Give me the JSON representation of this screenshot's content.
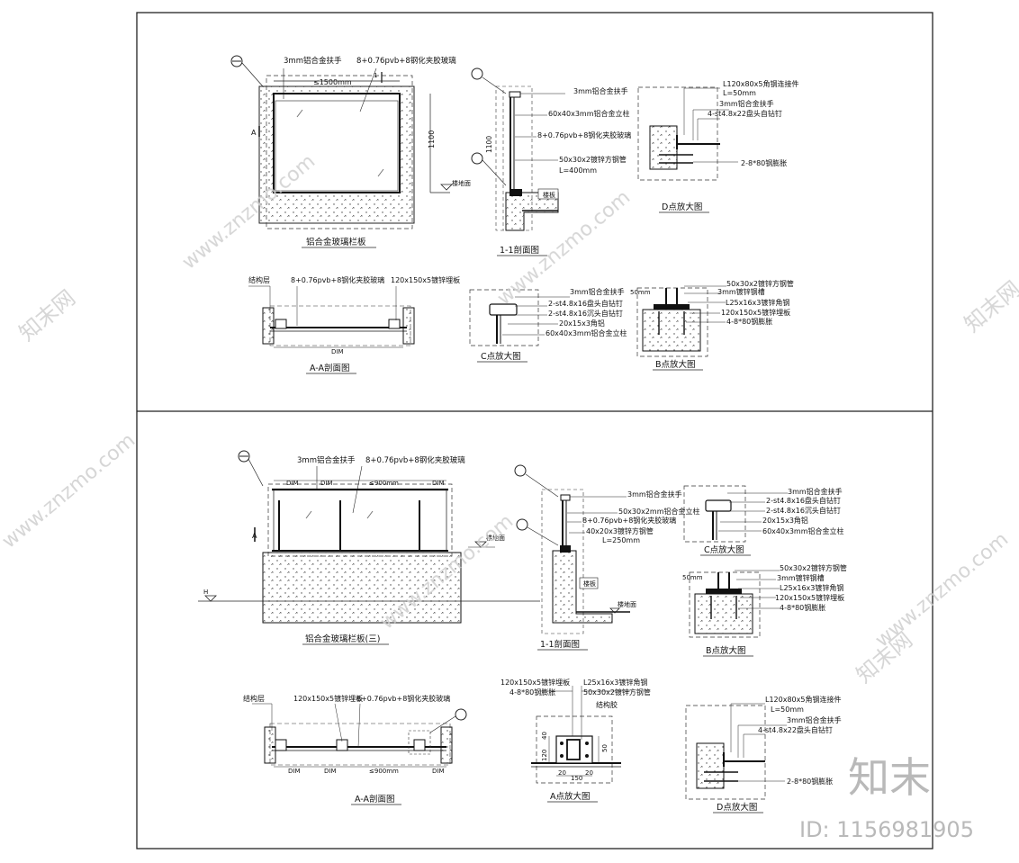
{
  "panel1": {
    "front": {
      "title": "铝合金玻璃栏板",
      "label_handrail": "3mm铝合金扶手",
      "label_glass": "8+0.76pvb+8钢化夹胶玻璃",
      "dim_width": "≤1500mm",
      "dim_height": "1100",
      "sec_mark": "A",
      "level_mark": "楼地面",
      "ref_a": "1",
      "ref_b": "1"
    },
    "section11": {
      "title": "1-1剖面图",
      "dim": "1100",
      "labels": [
        "3mm铝合金扶手",
        "60x40x3mm铝合金立柱",
        "8+0.76pvb+8钢化夹胶玻璃",
        "50x30x2镀锌方钢管",
        "L=400mm"
      ],
      "tag": "楼板"
    },
    "detailD": {
      "title": "D点放大图",
      "labels": [
        "L120x80x5角钢连接件",
        "L=50mm",
        "3mm铝合金扶手",
        "4-st4.8x22盘头自钻钉",
        "2-8*80钢膨胀"
      ]
    },
    "sectionAA": {
      "title": "A-A剖面图",
      "labels": [
        "结构层",
        "8+0.76pvb+8钢化夹胶玻璃",
        "120x150x5镀锌埋板"
      ],
      "dim": "DIM"
    },
    "detailC": {
      "title": "C点放大图",
      "labels": [
        "3mm铝合金扶手",
        "2-st4.8x16盘头自钻钉",
        "2-st4.8x16沉头自钻钉",
        "20x15x3角铝",
        "60x40x3mm铝合金立柱"
      ]
    },
    "detailB": {
      "title": "B点放大图",
      "labels": [
        "50x30x2镀锌方钢管",
        "3mm镀锌钢槽",
        "L25x16x3镀锌角钢",
        "120x150x5镀锌埋板",
        "4-8*80钢膨胀"
      ],
      "dim": "50mm"
    }
  },
  "panel2": {
    "front": {
      "title": "铝合金玻璃栏板(三)",
      "label_handrail": "3mm铝合金扶手",
      "label_glass": "8+0.76pvb+8钢化夹胶玻璃",
      "dims": [
        "DIM",
        "DIM",
        "≤900mm",
        "DIM"
      ],
      "sec_mark": "A",
      "level_mark": "H",
      "level_mark2": "楼地面"
    },
    "section11": {
      "title": "1-1剖面图",
      "labels": [
        "3mm铝合金扶手",
        "50x30x2mm铝合金立柱",
        "8+0.76pvb+8钢化夹胶玻璃",
        "40x20x3镀锌方钢管",
        "L=250mm"
      ],
      "tag": "楼板",
      "level_mark": "楼地面"
    },
    "detailC": {
      "title": "C点放大图",
      "labels": [
        "3mm铝合金扶手",
        "2-st4.8x16盘头自钻钉",
        "2-st4.8x16沉头自钻钉",
        "20x15x3角铝",
        "60x40x3mm铝合金立柱"
      ]
    },
    "detailB": {
      "title": "B点放大图",
      "labels": [
        "50x30x2镀锌方钢管",
        "3mm镀锌钢槽",
        "L25x16x3镀锌角钢",
        "120x150x5镀锌埋板",
        "4-8*80钢膨胀"
      ],
      "dim": "50mm"
    },
    "sectionAA": {
      "title": "A-A剖面图",
      "labels": [
        "结构层",
        "120x150x5镀锌埋板",
        "8+0.76pvb+8钢化夹胶玻璃"
      ],
      "dims": [
        "DIM",
        "DIM",
        "≤900mm",
        "DIM"
      ]
    },
    "detailA": {
      "title": "A点放大图",
      "labels": [
        "120x150x5镀锌埋板",
        "L25x16x3镀锌角钢",
        "4-8*80钢膨胀",
        "50x30x2镀锌方钢管",
        "结构胶"
      ],
      "dims": [
        "120",
        "40",
        "50",
        "20",
        "150",
        "20"
      ]
    },
    "detailD": {
      "title": "D点放大图",
      "labels": [
        "L120x80x5角钢连接件",
        "L=50mm",
        "3mm铝合金扶手",
        "4-st4.8x22盘头自钻钉",
        "2-8*80钢膨胀"
      ]
    }
  },
  "watermark": {
    "site": "www.znzmo.com",
    "brand": "知末网",
    "logo": "知末",
    "id_label": "ID: 1156981905"
  }
}
